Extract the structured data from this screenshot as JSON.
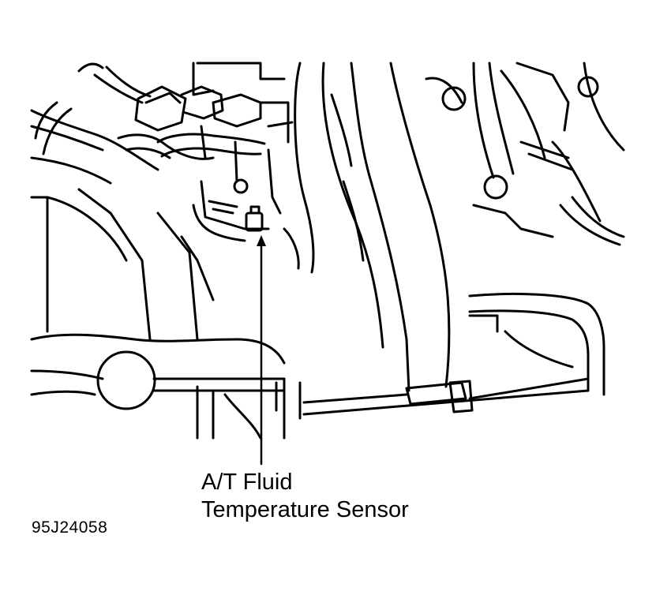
{
  "callout": {
    "line1": "A/T Fluid",
    "line2": "Temperature Sensor"
  },
  "figure_code": "95J24058",
  "colors": {
    "ink": "#000000",
    "paper": "#ffffff"
  }
}
